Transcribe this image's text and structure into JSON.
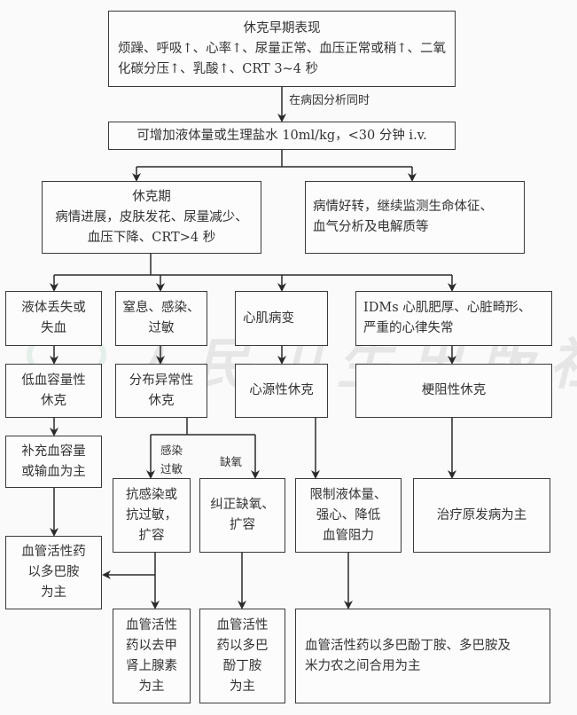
{
  "watermark": "人民卫生出版社",
  "nodes": {
    "early": {
      "title": "休克早期表现",
      "lines": [
        "烦躁、呼吸↑、心率↑、尿量正常、血压正常或稍↑、二氧",
        "化碳分压↑、乳酸↑、CRT 3~4 秒"
      ]
    },
    "fluid": {
      "lines": [
        "可增加液体量或生理盐水 10ml/kg，<30 分钟 i.v."
      ]
    },
    "shock": {
      "title": "休克期",
      "lines": [
        "病情进展，皮肤发花、尿量减少、",
        "血压下降、CRT>4 秒"
      ]
    },
    "improve": {
      "lines": [
        "病情好转，继续监测生命体征、",
        "血气分析及电解质等"
      ]
    },
    "cause_fluid_loss": {
      "lines": [
        "液体丢失或",
        "失血"
      ]
    },
    "cause_infection": {
      "lines": [
        "窒息、感染、",
        "过敏"
      ]
    },
    "cause_myocardial": {
      "lines": [
        "心肌病变"
      ]
    },
    "cause_idm": {
      "lines": [
        "IDMs 心肌肥厚、心脏畸形、",
        "严重的心律失常"
      ]
    },
    "type_hypovolemic": {
      "lines": [
        "低血容量性",
        "休克"
      ]
    },
    "type_distributive": {
      "lines": [
        "分布异常性",
        "休克"
      ]
    },
    "type_cardiogenic": {
      "lines": [
        "心源性休克"
      ]
    },
    "type_obstructive": {
      "lines": [
        "梗阻性休克"
      ]
    },
    "tx_volume": {
      "lines": [
        "补充血容量",
        "或输血为主"
      ]
    },
    "tx_anti_infection": {
      "lines": [
        "抗感染或",
        "抗过敏，",
        "扩容"
      ]
    },
    "tx_hypoxia": {
      "lines": [
        "纠正缺氧、",
        "扩容"
      ]
    },
    "tx_cardiogenic": {
      "lines": [
        "限制液体量、",
        "强心、降低",
        "血管阻力"
      ]
    },
    "tx_primary": {
      "lines": [
        "治疗原发病为主"
      ]
    },
    "drug_dopamine": {
      "lines": [
        "血管活性药",
        "以多巴胺",
        "为主"
      ]
    },
    "drug_norepi": {
      "lines": [
        "血管活性",
        "药以去甲",
        "肾上腺素",
        "为主"
      ]
    },
    "drug_dobutamine": {
      "lines": [
        "血管活性",
        "药以多巴",
        "酚丁胺",
        "为主"
      ]
    },
    "drug_combo": {
      "lines": [
        "血管活性药以多巴酚丁胺、多巴胺及",
        "米力农之间合用为主"
      ]
    }
  },
  "edge_labels": {
    "simultaneous": "在病因分析同时",
    "infection_allergy": [
      "感染",
      "过敏"
    ],
    "hypoxia": "缺氧"
  }
}
